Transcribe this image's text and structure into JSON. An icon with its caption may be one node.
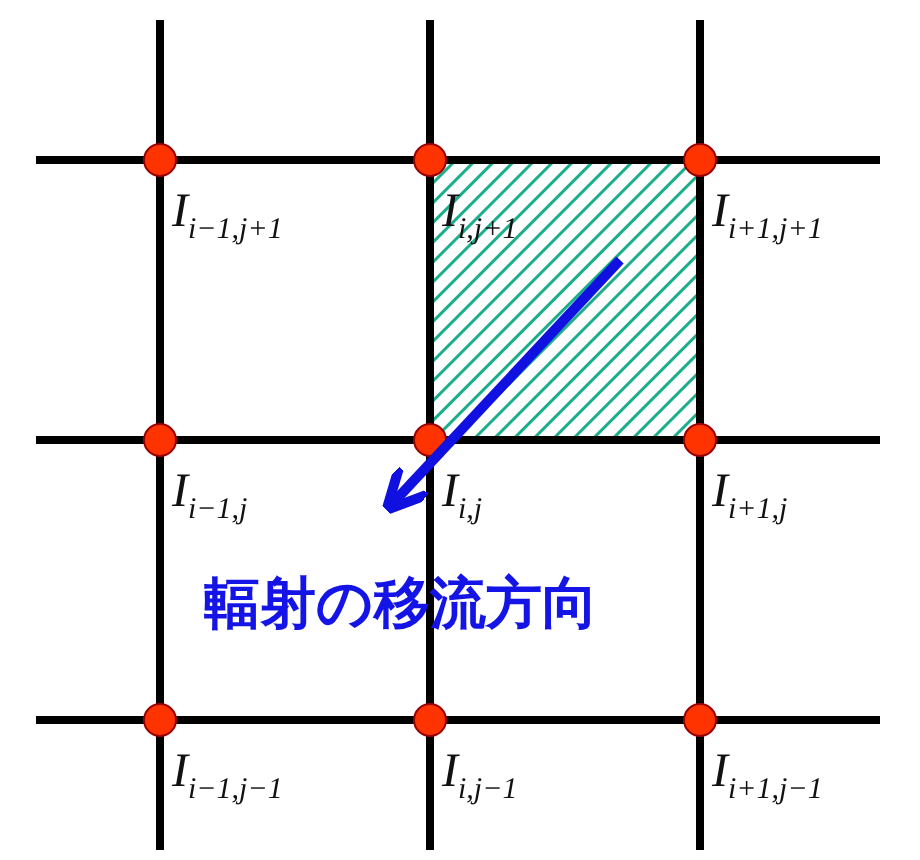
{
  "diagram": {
    "labels": [
      "I$_{i−1,j+1}$",
      "I$_{i,j+1}$",
      "I$_{i+1,j+1}$",
      "I$_{i−1,j}$",
      "I$_{i,j}$",
      "I$_{i+1,j}$",
      "輻射の移流方向",
      "I$_{i−1,j−1}$",
      "I$_{i,j−1}$",
      "I$_{i+1,j−1}$"
    ]
  }
}
